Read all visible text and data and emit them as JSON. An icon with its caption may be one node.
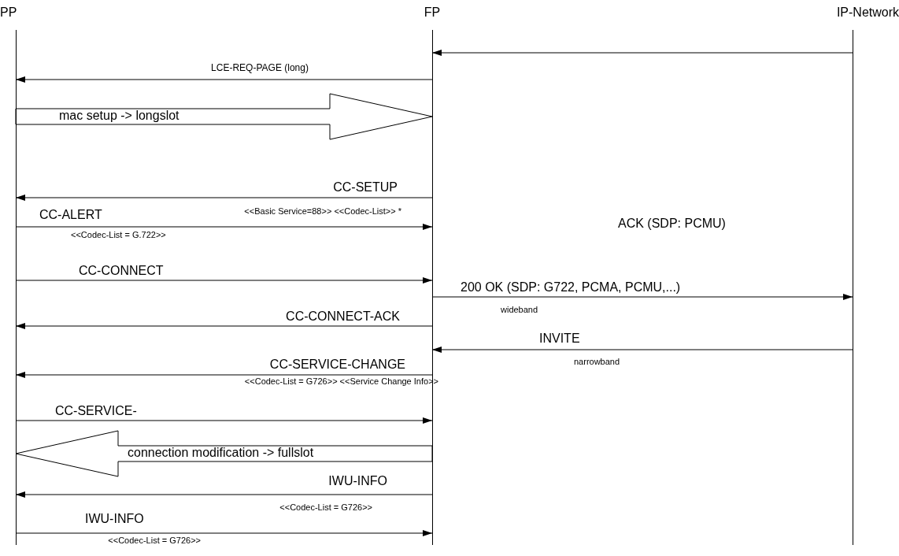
{
  "diagram": {
    "nodes": [
      {
        "text": [
          "PP"
        ]
      },
      {
        "text": [
          "FP"
        ]
      },
      {
        "text": [
          "IP-Network"
        ]
      }
    ],
    "edges": [
      {
        "from": 2,
        "to": 1,
        "arrow": "to"
      },
      {
        "from": 1,
        "to": 0,
        "arrow": "to",
        "label": "LCE-REQ-PAGE (long)"
      },
      {
        "from": 0,
        "to": 1,
        "arrow": "to",
        "label": "mac setup -> longslot",
        "style": "thick"
      },
      {
        "from": 1,
        "to": 0,
        "arrow": "to",
        "label": "CC-SETUP"
      },
      {
        "from": 0,
        "to": 1,
        "arrow": "to",
        "label": "CC-ALERT"
      },
      {
        "from": 0,
        "to": 1,
        "arrow": "to",
        "label": "CC-CONNECT"
      },
      {
        "from": 1,
        "to": 2,
        "arrow": "to",
        "label": "200 OK (SDP: G722, PCMA, PCMU,...)"
      },
      {
        "from": 1,
        "to": 0,
        "arrow": "to",
        "label": "CC-CONNECT-ACK"
      },
      {
        "from": 2,
        "to": 1,
        "arrow": "to",
        "label": "INVITE"
      },
      {
        "from": 1,
        "to": 0,
        "arrow": "to",
        "label": "CC-SERVICE-CHANGE"
      },
      {
        "from": 0,
        "to": 1,
        "arrow": "to",
        "label": "CC-SERVICE-"
      },
      {
        "from": 1,
        "to": 0,
        "arrow": "to",
        "label": "connection modification -> fullslot",
        "style": "thick"
      },
      {
        "from": 1,
        "to": 0,
        "arrow": "to",
        "label": "IWU-INFO"
      },
      {
        "from": 0,
        "to": 1,
        "arrow": "to",
        "label": "IWU-INFO"
      }
    ],
    "labels": [
      "<<Basic Service=88>> <<Codec-List>> *",
      "ACK (SDP: PCMU)",
      "<<Codec-List = G.722>>",
      "wideband",
      "narrowband",
      "<<Codec-List = G726>> <<Service Change Info>>",
      "<<Codec-List = G726>>",
      "<<Codec-List = G726>>"
    ]
  }
}
